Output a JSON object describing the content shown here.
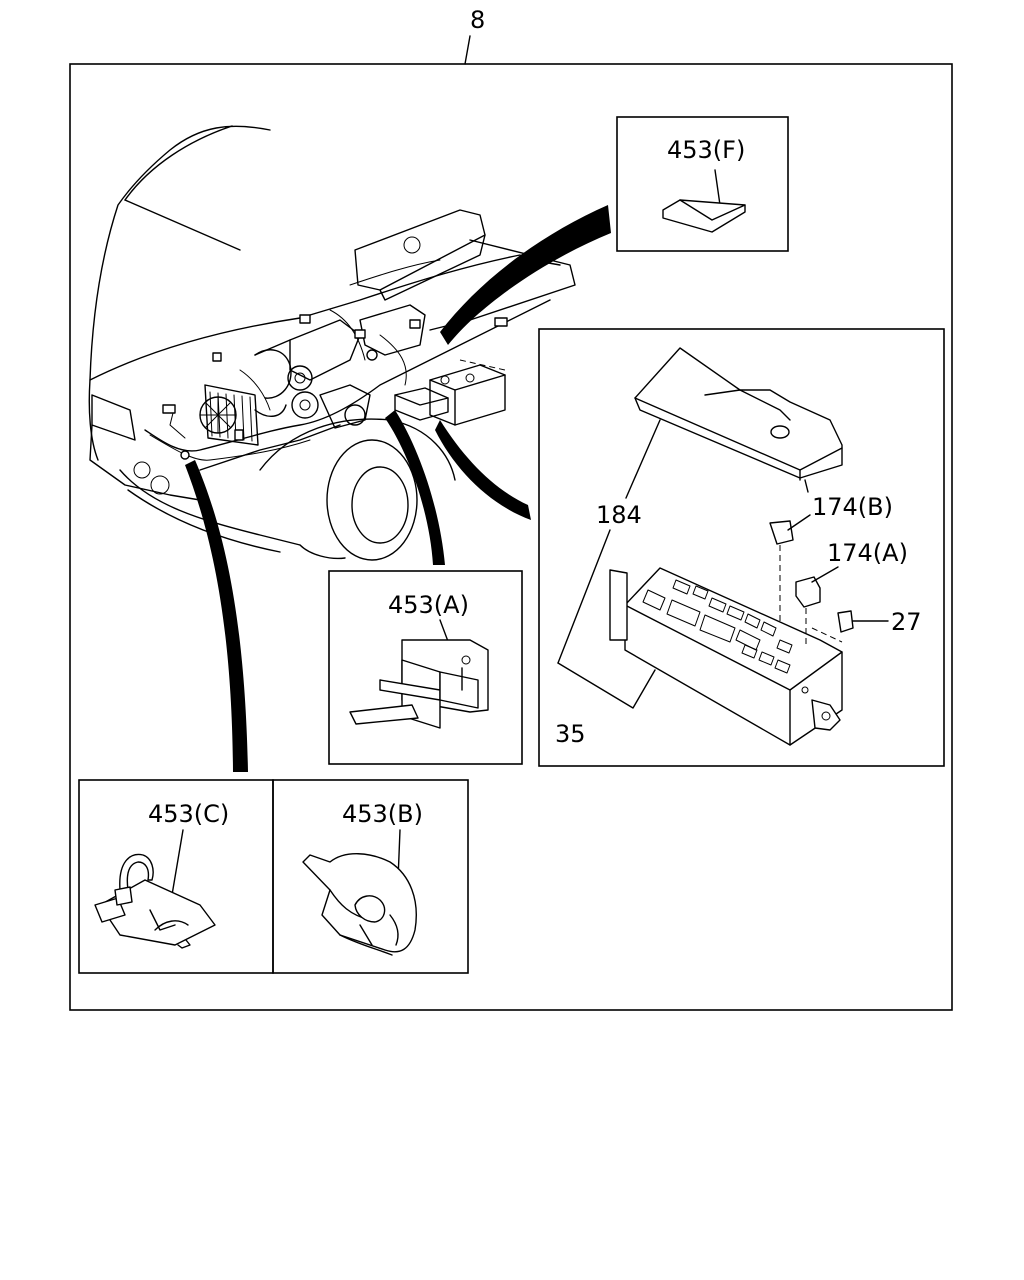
{
  "diagram": {
    "parent_callout": "8",
    "callouts": {
      "c453f": "453(F)",
      "c453a": "453(A)",
      "c453c": "453(C)",
      "c453b": "453(B)",
      "c184": "184",
      "c174b": "174(B)",
      "c174a": "174(A)",
      "c27": "27",
      "c35": "35"
    }
  }
}
